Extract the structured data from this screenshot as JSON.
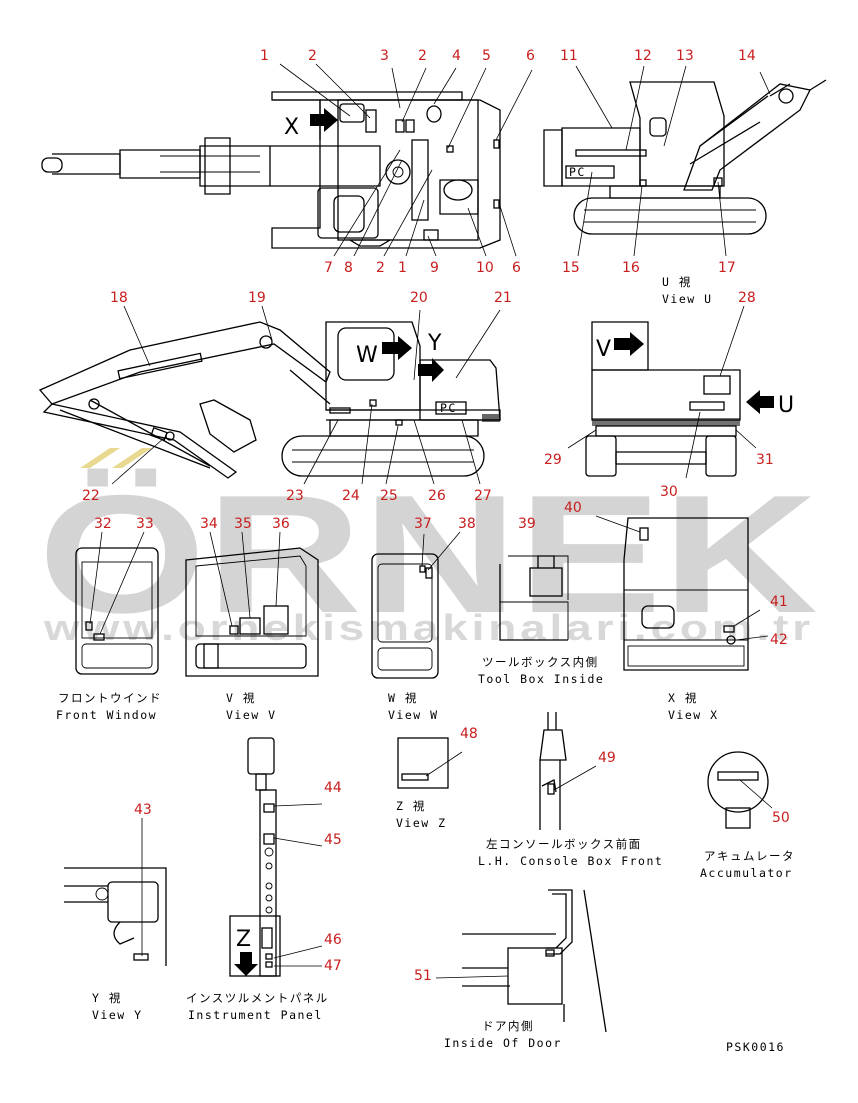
{
  "watermark": {
    "brand": "ÖRNEK",
    "url": "www.ornekismakinalari.com.tr"
  },
  "drawing_code": "PSK0016",
  "view_letters": {
    "x": "X",
    "y": "Y",
    "v": "V",
    "w": "W",
    "u": "U",
    "z": "Z"
  },
  "captions": {
    "view_u_jp": "U 視",
    "view_u_en": "View U",
    "front_window_jp": "フロントウインド",
    "front_window_en": "Front Window",
    "view_v_jp": "V 視",
    "view_v_en": "View V",
    "view_w_jp": "W 視",
    "view_w_en": "View W",
    "tool_box_jp": "ツールボックス内側",
    "tool_box_en": "Tool Box Inside",
    "view_x_jp": "X 視",
    "view_x_en": "View X",
    "view_z_jp": "Z 視",
    "view_z_en": "View Z",
    "console_jp": "左コンソールボックス前面",
    "console_en": "L.H. Console Box Front",
    "accumulator_jp": "アキュムレータ",
    "accumulator_en": "Accumulator",
    "view_y_jp": "Y 視",
    "view_y_en": "View Y",
    "panel_jp": "インスツルメントパネル",
    "panel_en": "Instrument Panel",
    "door_jp": "ドア内側",
    "door_en": "Inside Of Door"
  },
  "decal_text": {
    "pc": "PC"
  },
  "callouts": {
    "top_plan": [
      "1",
      "2",
      "3",
      "2",
      "4",
      "5",
      "6",
      "11",
      "12",
      "13",
      "14",
      "7",
      "8",
      "2",
      "1",
      "9",
      "10",
      "6",
      "15",
      "16",
      "17"
    ],
    "side": [
      "18",
      "19",
      "20",
      "21",
      "22",
      "23",
      "24",
      "25",
      "26",
      "27"
    ],
    "rear": [
      "28",
      "29",
      "30",
      "31"
    ],
    "details": [
      "32",
      "33",
      "34",
      "35",
      "36",
      "37",
      "38",
      "39",
      "40",
      "41",
      "42"
    ],
    "lower": [
      "43",
      "44",
      "45",
      "46",
      "47",
      "48",
      "49",
      "50",
      "51"
    ]
  }
}
